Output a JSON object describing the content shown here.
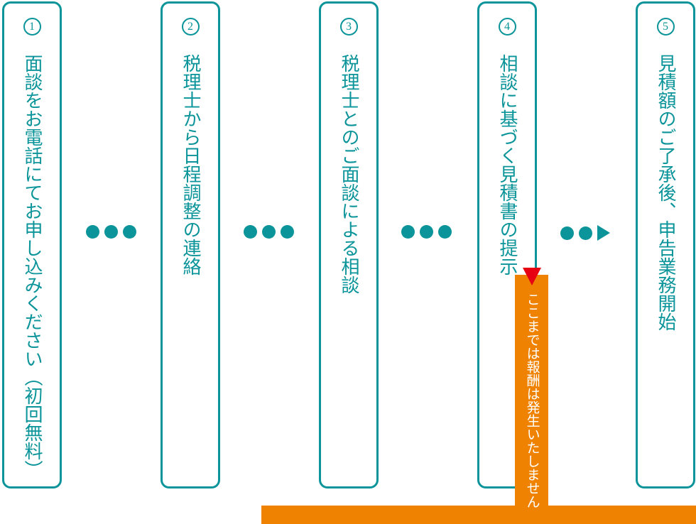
{
  "colors": {
    "teal": "#0b9499",
    "orange": "#ef8200",
    "red": "#e60012",
    "background": "#ffffff",
    "banner_text": "#ffffff"
  },
  "steps": [
    {
      "number": "1",
      "label": "面談をお電話にてお申し込みください（初回無料）"
    },
    {
      "number": "2",
      "label": "税理士から日程調整の連絡"
    },
    {
      "number": "3",
      "label": "税理士とのご面談による相談"
    },
    {
      "number": "4",
      "label": "相談に基づく見積書の提示"
    },
    {
      "number": "5",
      "label": "見積額のご了承後、申告業務開始"
    }
  ],
  "connectors": {
    "dot_groups": 3,
    "dots_per_group": 3,
    "final_group": "two dots + right arrow"
  },
  "free_banner": {
    "label": "ここまでは報酬は発生いたしません"
  }
}
